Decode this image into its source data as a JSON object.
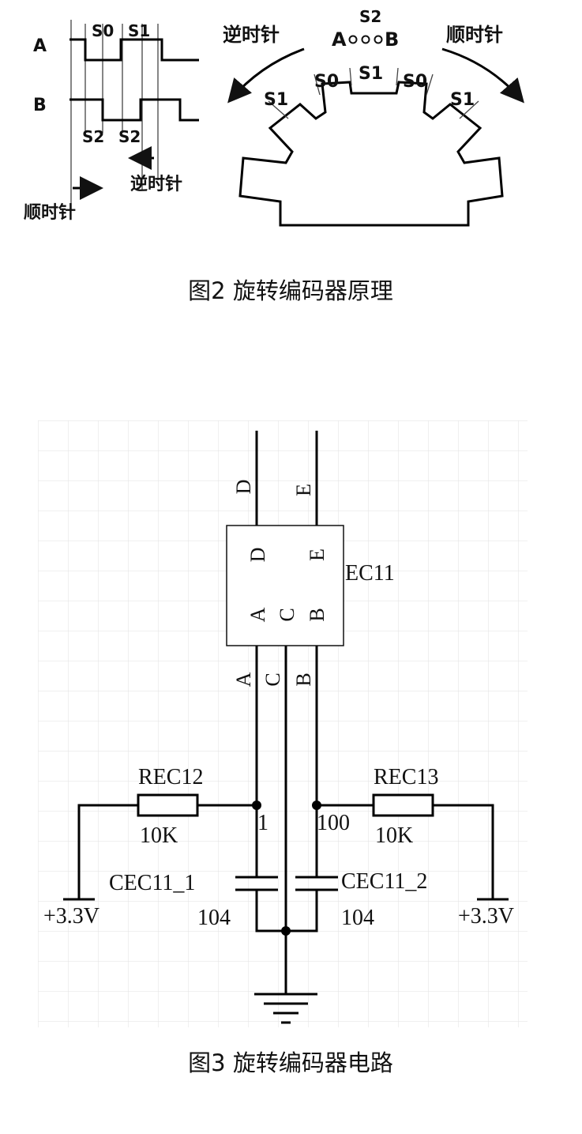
{
  "figure2": {
    "caption": "图2  旋转编码器原理",
    "waveform": {
      "channel_a": "A",
      "channel_b": "B",
      "state_s0": "S0",
      "state_s1": "S1",
      "state_s2_first": "S2",
      "state_s2_second": "S2",
      "ccw_label": "逆时针",
      "cw_label": "顺时针"
    },
    "wheel": {
      "ccw_label": "逆时针",
      "cw_label": "顺时针",
      "contacts_top": "S2",
      "contacts_label_a": "A",
      "contacts_label_b": "B",
      "seg_s1_left": "S1",
      "seg_s0_left": "S0",
      "seg_s1_mid": "S1",
      "seg_s0_right": "S0",
      "seg_s1_right": "S1"
    }
  },
  "figure3": {
    "caption": "图3  旋转编码器电路",
    "component": {
      "name": "EC11",
      "pin_d": "D",
      "pin_e": "E",
      "pin_a": "A",
      "pin_c": "C",
      "pin_b": "B"
    },
    "nets": {
      "d": "D",
      "e": "E",
      "a": "A",
      "c": "C",
      "b": "B",
      "node_1": "1",
      "node_100": "100"
    },
    "resistors": {
      "left_name": "REC12",
      "left_value": "10K",
      "right_name": "REC13",
      "right_value": "10K"
    },
    "capacitors": {
      "left_name": "CEC11_1",
      "left_value": "104",
      "right_name": "CEC11_2",
      "right_value": "104"
    },
    "supply_left": "+3.3V",
    "supply_right": "+3.3V"
  }
}
